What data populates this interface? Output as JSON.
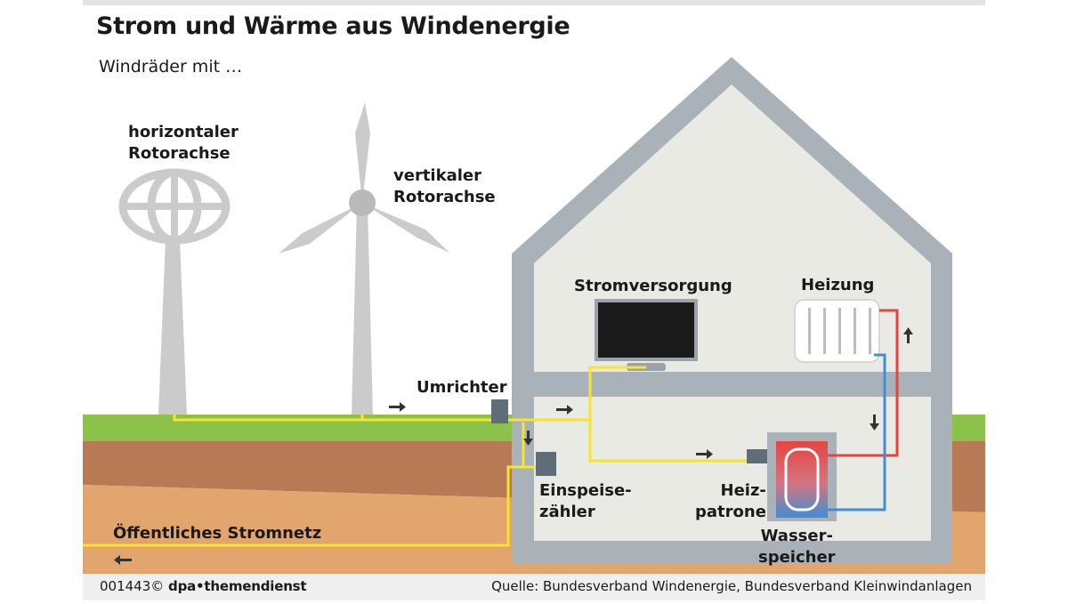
{
  "title": "Strom und Wärme aus Windenergie",
  "subtitle": "Windräder mit …",
  "labels": {
    "horizontal": "horizontaler\nRotorachse",
    "vertical": "vertikaler\nRotorachse",
    "stromversorgung": "Stromversorgung",
    "heizung": "Heizung",
    "umrichter": "Umrichter",
    "einspeisezaehler": "Einspeise-\nzähler",
    "heizpatrone": "Heiz-\npatrone",
    "wasserspeicher": "Wasser-\nspeicher",
    "stromnetz": "Öffentliches Stromnetz"
  },
  "footer": {
    "code": "001443©",
    "brand": "dpa•themendienst",
    "source": "Quelle: Bundesverband Windenergie, Bundesverband Kleinwindanlagen"
  },
  "colors": {
    "cable": "#f6e52b",
    "grass": "#8cc24a",
    "soil_dark": "#b87a55",
    "soil_light": "#e3a56e",
    "house_frame": "#a9b2b8",
    "house_inner": "#e9eae4",
    "turbine": "#cbcbcb",
    "arrow": "#333333",
    "hot_pipe": "#e64440",
    "cold_pipe": "#3f8ed6"
  }
}
